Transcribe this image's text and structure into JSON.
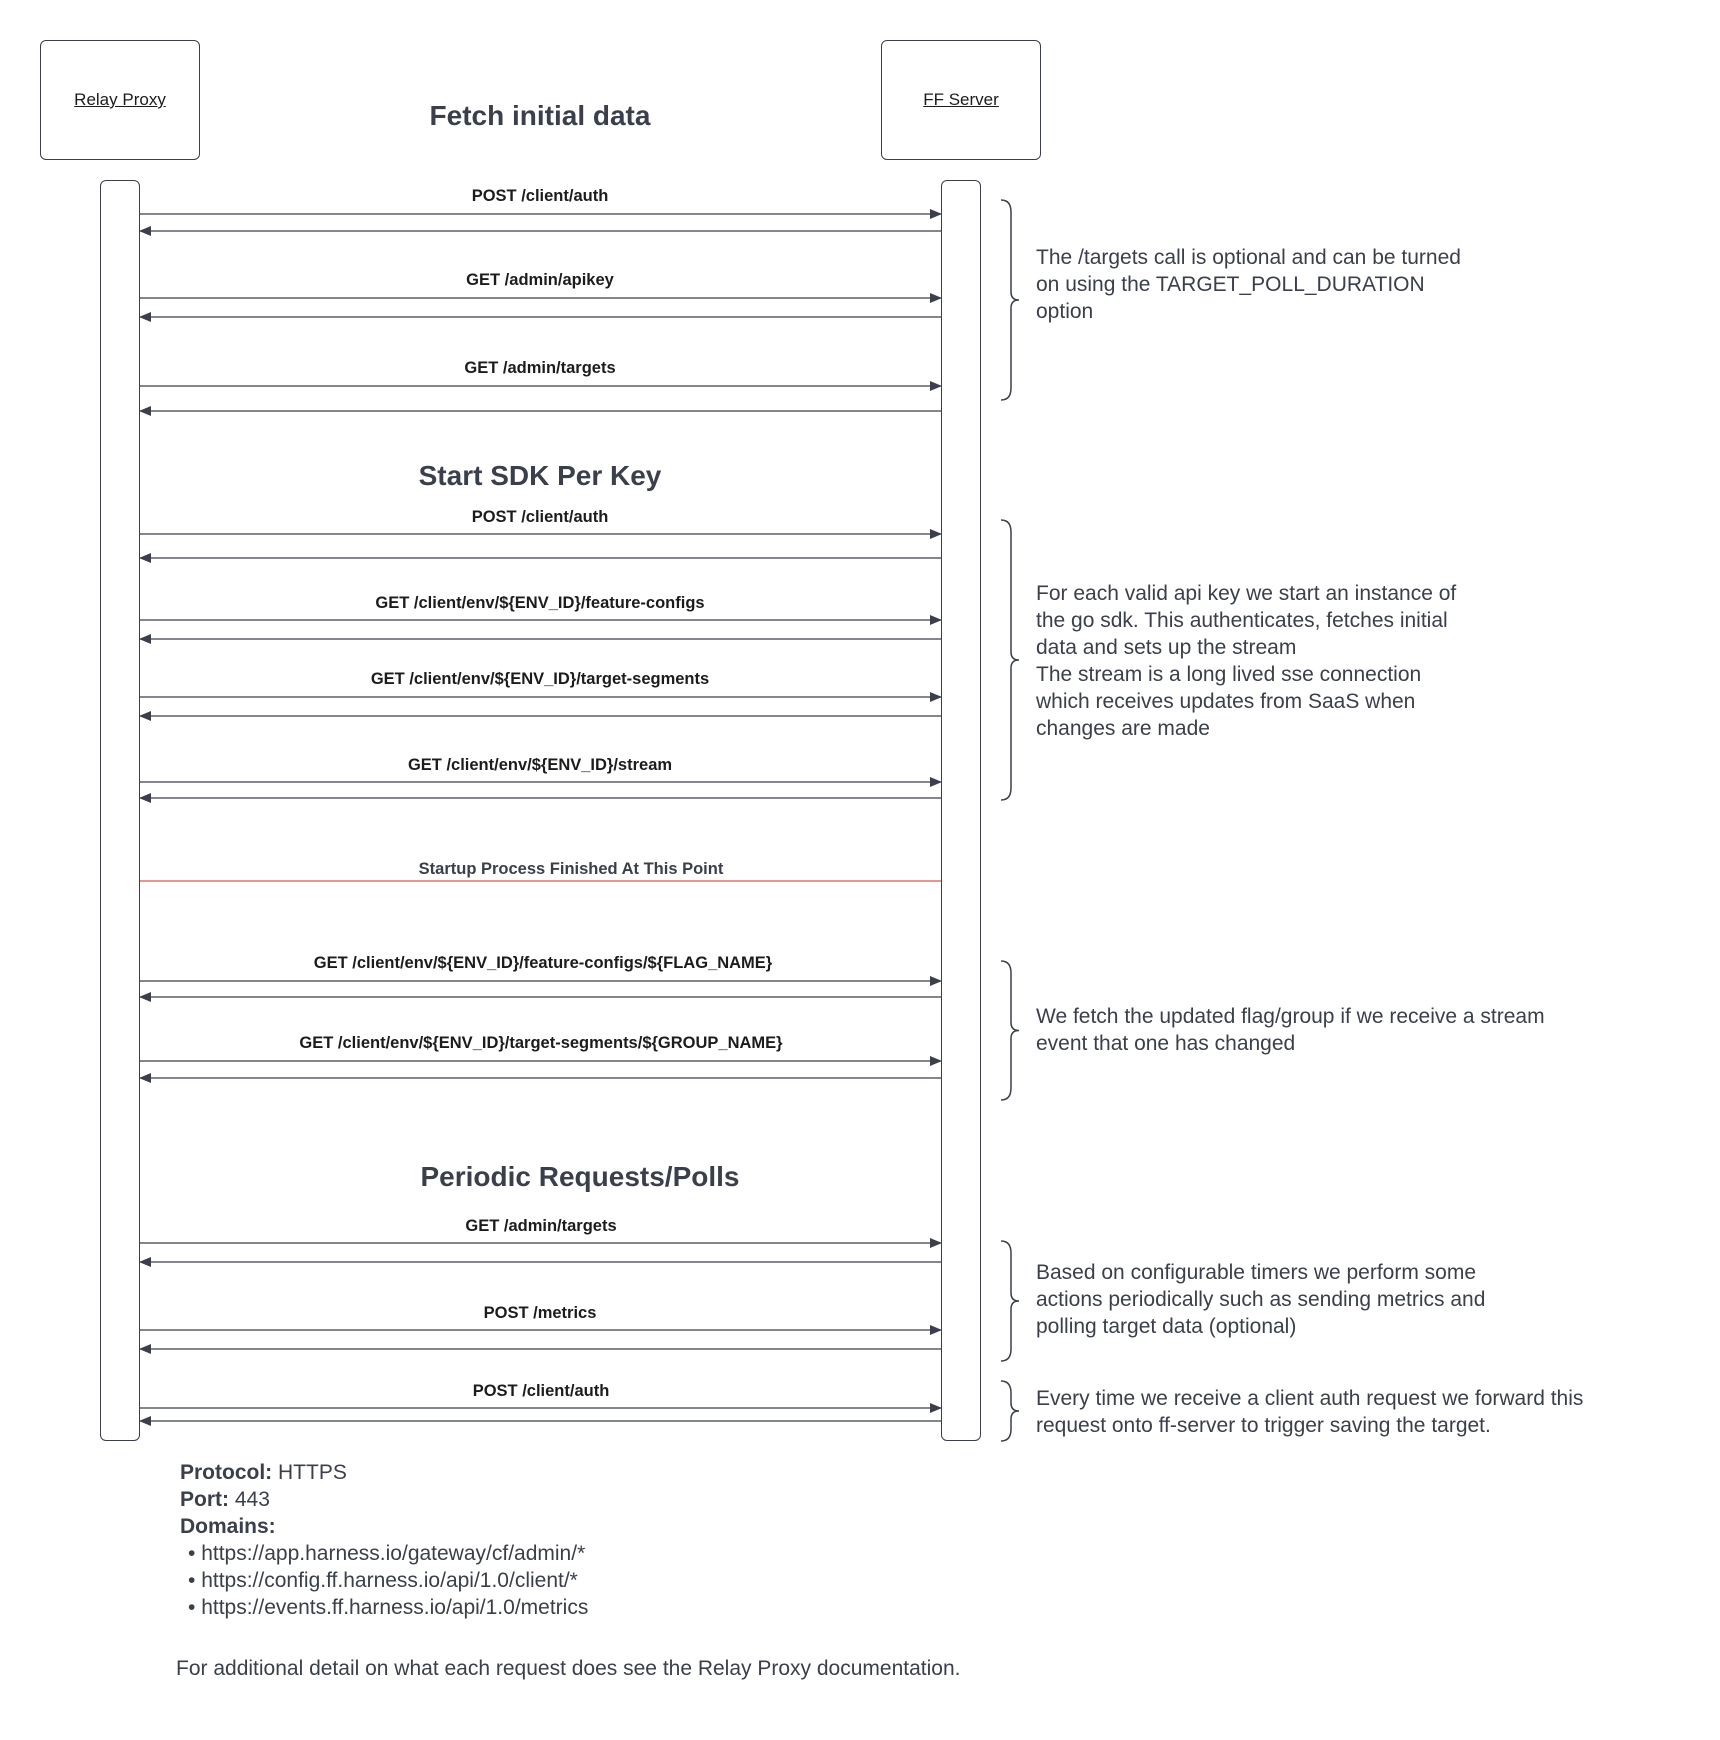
{
  "actors": {
    "left": "Relay Proxy",
    "right": "FF Server"
  },
  "sections": {
    "fetch_initial": "Fetch initial data",
    "start_sdk": "Start SDK Per Key",
    "periodic": "Periodic Requests/Polls"
  },
  "messages": [
    "POST /client/auth",
    "GET /admin/apikey",
    "GET /admin/targets",
    "POST /client/auth",
    "GET /client/env/${ENV_ID}/feature-configs",
    "GET /client/env/${ENV_ID}/target-segments",
    "GET /client/env/${ENV_ID}/stream",
    "GET /client/env/${ENV_ID}/feature-configs/${FLAG_NAME}",
    "GET /client/env/${ENV_ID}/target-segments/${GROUP_NAME}",
    "GET /admin/targets",
    "POST /metrics",
    "POST /client/auth"
  ],
  "startup_marker": "Startup Process Finished At This Point",
  "notes": [
    "The /targets call is optional and can be turned\non using the TARGET_POLL_DURATION\noption",
    "For each valid api key we start an instance of\nthe go sdk. This authenticates, fetches initial\ndata and sets up the stream\nThe stream is a long lived sse connection\nwhich receives updates from SaaS when\nchanges are made",
    "We fetch the updated flag/group if we receive a stream\nevent that one has changed",
    "Based on configurable timers we perform some\nactions periodically such as sending metrics and\npolling target data (optional)",
    "Every time we receive a client auth request we forward this\nrequest onto ff-server to trigger saving the target."
  ],
  "footer": {
    "protocol_label": "Protocol:",
    "protocol_value": "HTTPS",
    "port_label": "Port:",
    "port_value": "443",
    "domains_label": "Domains:",
    "domains": [
      "https://app.harness.io/gateway/cf/admin/*",
      "https://config.ff.harness.io/api/1.0/client/*",
      "https://events.ff.harness.io/api/1.0/metrics"
    ],
    "note": "For additional detail on what each request does see the Relay Proxy documentation."
  },
  "colors": {
    "line": "#3a3f4b",
    "startup_line": "#d9534f"
  }
}
